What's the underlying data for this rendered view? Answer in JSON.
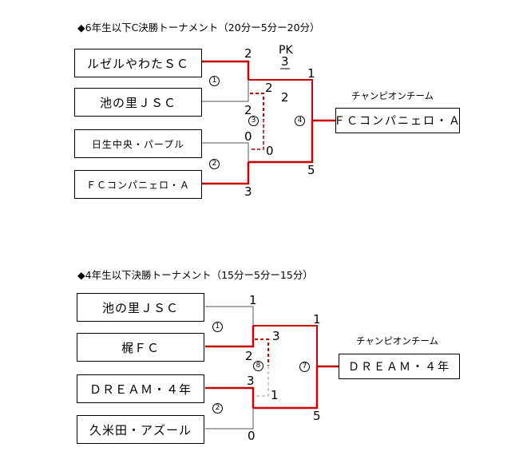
{
  "bracket1": {
    "title": "◆6年生以下C決勝トーナメント（20分ー5分ー20分）",
    "teams": [
      "ルゼルやわたＳＣ",
      "池の里ＪＳＣ",
      "日生中央・パープル",
      "ＦＣコンパニェロ・Ａ"
    ],
    "match_numbers": [
      "1",
      "2",
      "3",
      "4"
    ],
    "scores": {
      "m1_top": "2",
      "m1_bottom": "2",
      "m2_top": "0",
      "m2_bottom": "3",
      "m3_top": "2",
      "m3_bottom": "0",
      "final_top": "1",
      "final_bottom": "5"
    },
    "pk_label": "PK",
    "pk_top": "3",
    "pk_bottom": "2",
    "champion_label": "チャンピオンチーム",
    "champion": "ＦＣコンパニェロ・Ａ"
  },
  "bracket2": {
    "title": "◆4年生以下決勝トーナメント（15分ー5分ー15分）",
    "teams": [
      "池の里ＪＳＣ",
      "梶ＦＣ",
      "ＤＲＥＡＭ・４年",
      "久米田・アズール"
    ],
    "match_numbers": [
      "1",
      "2",
      "8",
      "7"
    ],
    "scores": {
      "m1_top": "1",
      "m1_bottom": "2",
      "m2_top": "3",
      "m2_bottom": "0",
      "m3_top": "3",
      "m3_bottom": "1",
      "final_top": "1",
      "final_bottom": "5"
    },
    "champion_label": "チャンピオンチーム",
    "champion": "ＤＲＥＡＭ・４年"
  },
  "colors": {
    "winner_line": "#cc0000",
    "line": "#000000",
    "dashed": "#999999"
  }
}
